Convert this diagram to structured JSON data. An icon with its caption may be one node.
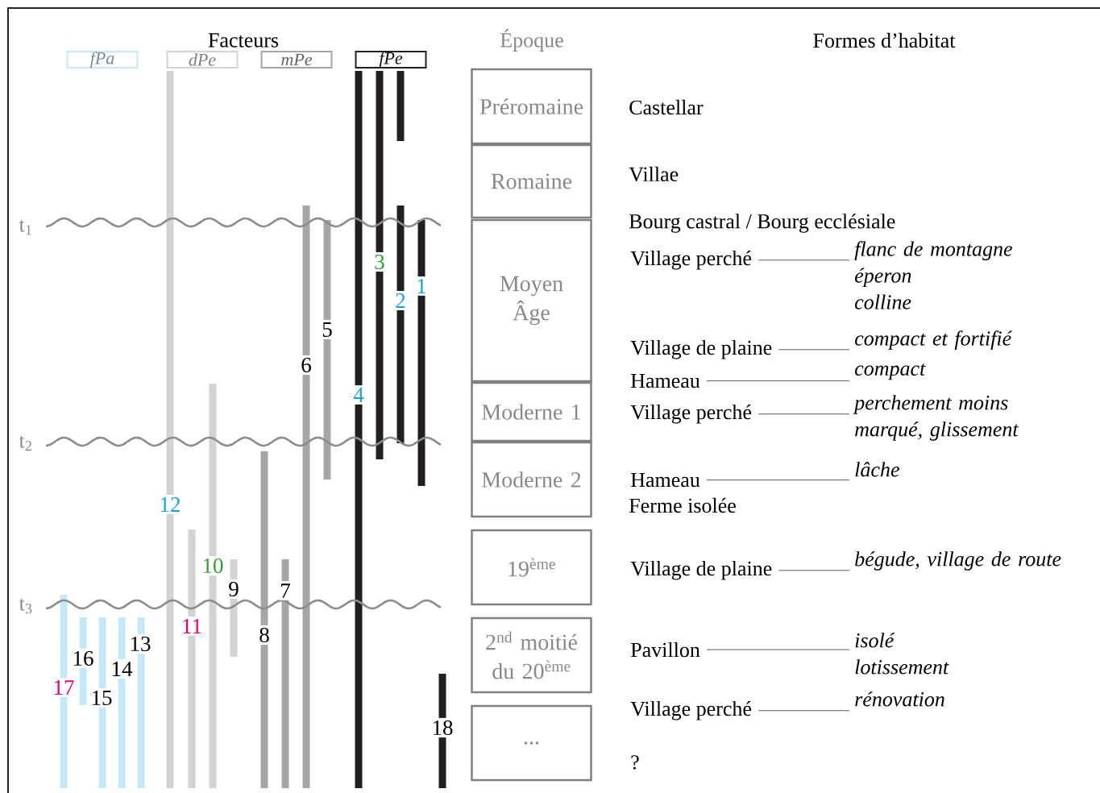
{
  "diagram": {
    "nodes": [
      {
        "text": [
          "Préromaine"
        ]
      },
      {
        "text": [
          "Romaine"
        ]
      },
      {
        "text": [
          "Moyen Âge"
        ]
      },
      {
        "text": [
          "Moderne 1"
        ]
      },
      {
        "text": [
          "Moderne 2"
        ]
      },
      {
        "text": [
          "19$^{ème}$"
        ]
      },
      {
        "text": [
          "2$^{nd}$ moitié du 20$^{ème}$"
        ]
      },
      {
        "text": [
          "..."
        ]
      },
      {
        "text": [
          "Village perché"
        ]
      },
      {
        "text": [
          "flanc de montagne",
          "éperon",
          "colline"
        ]
      },
      {
        "text": [
          "Village de plaine"
        ]
      },
      {
        "text": [
          "compact et fortifié"
        ]
      },
      {
        "text": [
          "Hameau"
        ]
      },
      {
        "text": [
          "compact"
        ]
      },
      {
        "text": [
          "Village perché"
        ]
      },
      {
        "text": [
          "perchement moins marqué, glissement"
        ]
      },
      {
        "text": [
          "Hameau"
        ]
      },
      {
        "text": [
          "lâche"
        ]
      },
      {
        "text": [
          "Village de plaine"
        ]
      },
      {
        "text": [
          "bégude, village de route"
        ]
      },
      {
        "text": [
          "Pavillon"
        ]
      },
      {
        "text": [
          "isolé",
          "lotissement"
        ]
      },
      {
        "text": [
          "Village perché"
        ]
      },
      {
        "text": [
          "rénovation"
        ]
      }
    ],
    "edges": [
      {
        "from": 8,
        "to": 9,
        "arrow": "none"
      },
      {
        "from": 10,
        "to": 11,
        "arrow": "none"
      },
      {
        "from": 12,
        "to": 13,
        "arrow": "none"
      },
      {
        "from": 14,
        "to": 15,
        "arrow": "none"
      },
      {
        "from": 16,
        "to": 17,
        "arrow": "none"
      },
      {
        "from": 18,
        "to": 19,
        "arrow": "none"
      },
      {
        "from": 20,
        "to": 21,
        "arrow": "none"
      },
      {
        "from": 22,
        "to": 23,
        "arrow": "none"
      }
    ],
    "labels": [
      "Facteurs",
      "Époque",
      "Formes d’habitat",
      "Castellar",
      "Villae",
      "t$_{1}$",
      "Bourg castral / Bourg ecclésiale",
      "3",
      "1",
      "2",
      "5",
      "6",
      "4",
      "t$_{2}$",
      "12",
      "Ferme isolée",
      "10",
      "9",
      "7",
      "t$_{3}$",
      "11",
      "8",
      "13",
      "16",
      "14",
      "17",
      "15",
      "18",
      "?"
    ],
    "legend": [
      {
        "text": "fPa",
        "color": "#c4e9f7"
      },
      {
        "text": "dPe",
        "color": "#d3d3d3"
      },
      {
        "text": "mPe",
        "color": "#a6a6a6"
      },
      {
        "text": "fPe",
        "color": "#231f20"
      }
    ]
  }
}
